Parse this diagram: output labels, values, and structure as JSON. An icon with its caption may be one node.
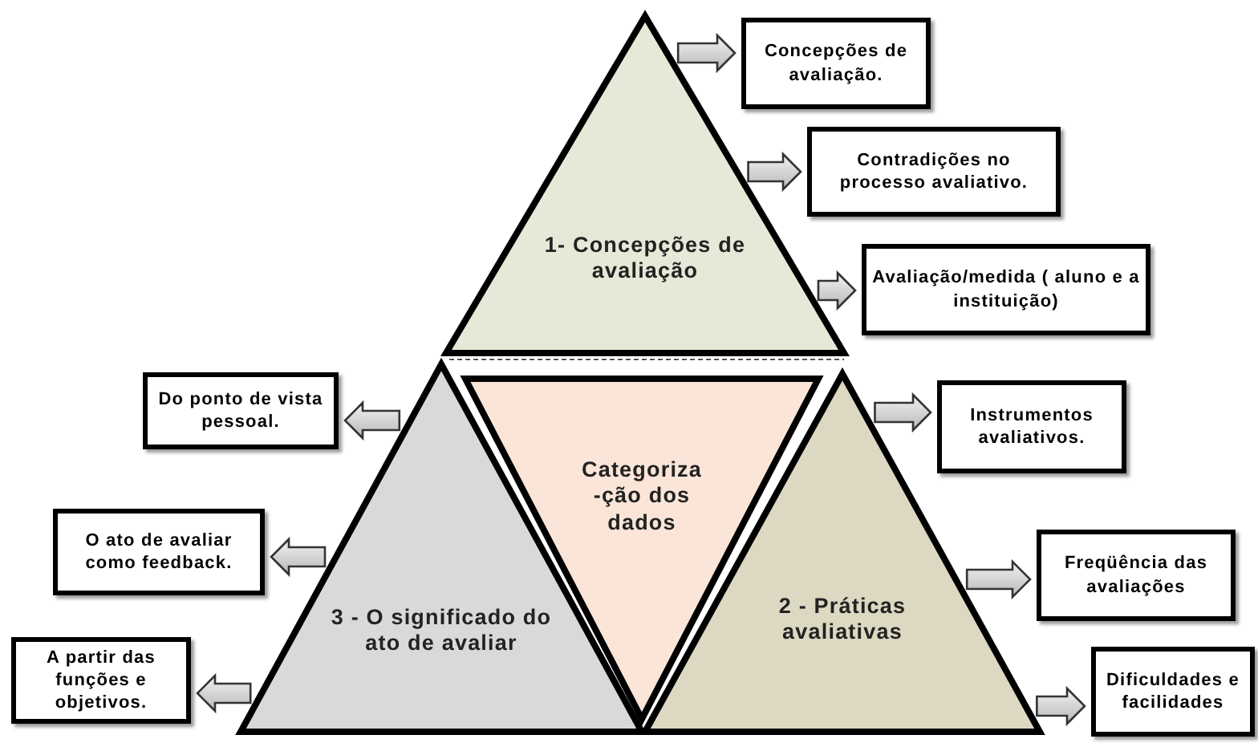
{
  "diagram": {
    "nodes": [
      {
        "text": [
          "1- Concepções de avaliação"
        ]
      },
      {
        "text": [
          "Concepções de avaliação."
        ]
      },
      {
        "text": [
          "Contradições no processo avaliativo."
        ]
      },
      {
        "text": [
          "Avaliação/medida ( aluno e a instituição)"
        ]
      },
      {
        "text": [
          "3 - O significado do ato de avaliar"
        ]
      },
      {
        "text": [
          "Categoriza -ção dos dados"
        ]
      },
      {
        "text": [
          "2 - Práticas avaliativas"
        ]
      },
      {
        "text": [
          "Do ponto de vista pessoal."
        ]
      },
      {
        "text": [
          "O ato de avaliar como feedback."
        ]
      },
      {
        "text": [
          "A partir das funções e objetivos."
        ]
      },
      {
        "text": [
          "Instrumentos avaliativos."
        ]
      },
      {
        "text": [
          "Freqüência das avaliações"
        ]
      },
      {
        "text": [
          "Dificuldades e facilidades"
        ]
      }
    ],
    "edges": [
      {
        "from": 0,
        "to": 1,
        "arrow": "to"
      },
      {
        "from": 0,
        "to": 2,
        "arrow": "to"
      },
      {
        "from": 0,
        "to": 3,
        "arrow": "to"
      },
      {
        "from": 4,
        "to": 7,
        "arrow": "to"
      },
      {
        "from": 4,
        "to": 8,
        "arrow": "to"
      },
      {
        "from": 4,
        "to": 9,
        "arrow": "to"
      },
      {
        "from": 6,
        "to": 10,
        "arrow": "to"
      },
      {
        "from": 6,
        "to": 11,
        "arrow": "to"
      },
      {
        "from": 6,
        "to": 12,
        "arrow": "to"
      }
    ]
  }
}
